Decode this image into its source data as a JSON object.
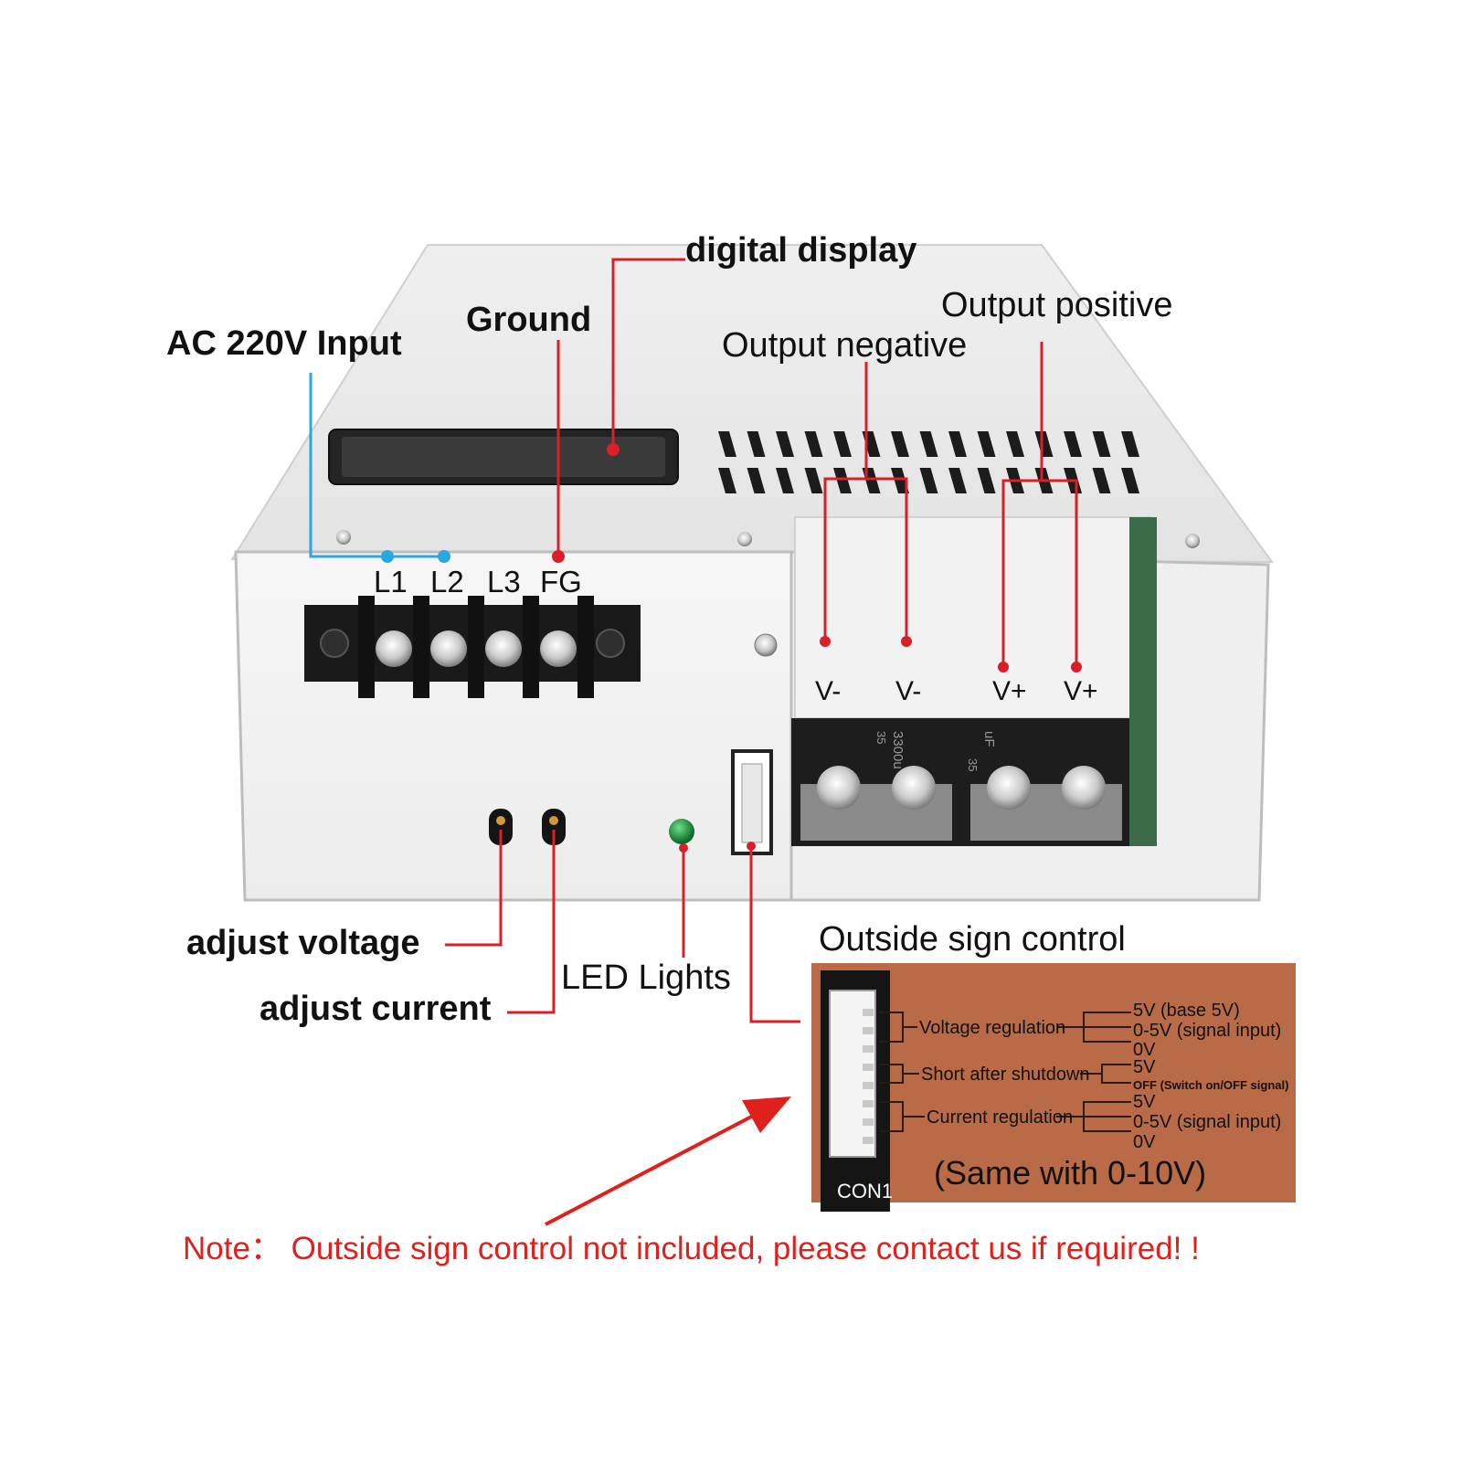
{
  "labels": {
    "digital_display": "digital display",
    "ground": "Ground",
    "ac_input": "AC 220V Input",
    "output_negative": "Output negative",
    "output_positive": "Output positive",
    "adjust_voltage": "adjust voltage",
    "adjust_current": "adjust current",
    "led_lights": "LED Lights",
    "outside_sign_control": "Outside sign control"
  },
  "terminals": {
    "input": [
      "L1",
      "L2",
      "L3",
      "FG"
    ],
    "output": [
      "V-",
      "V-",
      "V+",
      "V+"
    ]
  },
  "capacitor_markings": [
    "3300u",
    "35",
    "uF",
    "35"
  ],
  "control_panel": {
    "connector": "CON1",
    "voltage_regulation": "Voltage regulation",
    "short_after_shutdown": "Short after shutdown",
    "current_regulation": "Current regulation",
    "v5_base": "5V (base 5V)",
    "v05_signal_1": "0-5V (signal input)",
    "v0_1": "0V",
    "v5_switch": "5V",
    "off_signal": "OFF (Switch on/OFF signal)",
    "v5_current": "5V",
    "v05_signal_2": "0-5V (signal input)",
    "v0_2": "0V",
    "same_with": "(Same with 0-10V)"
  },
  "note": "Note： Outside sign control not included, please contact us if required! !",
  "colors": {
    "leader_red": "#d91f2a",
    "leader_blue": "#2aa6e0",
    "panel_brown": "#b96a47",
    "note_red": "#e0201c"
  }
}
